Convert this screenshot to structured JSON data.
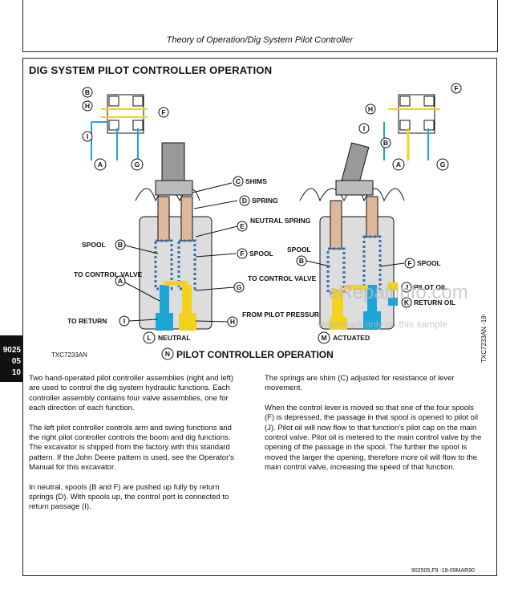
{
  "header": {
    "title": "Theory of Operation/Dig System Pilot Controller"
  },
  "section": {
    "title": "DIG SYSTEM PILOT CONTROLLER OPERATION"
  },
  "side_tab": {
    "line1": "9025",
    "line2": "05",
    "line3": "10"
  },
  "figure": {
    "callouts": {
      "shims": "SHIMS",
      "spring": "SPRING",
      "neutral_spring": "NEUTRAL SPRING",
      "spool_f": "SPOOL",
      "to_control_valve_g": "TO CONTROL VALVE",
      "from_pilot": "FROM PILOT PRESSURE REGULATOR",
      "spool_b": "SPOOL",
      "to_control_valve_a": "TO CONTROL VALVE",
      "to_return": "TO RETURN",
      "neutral": "NEUTRAL",
      "spool_b_right": "SPOOL",
      "spool_f_right": "SPOOL",
      "pilot_oil": "PILOT OIL",
      "return_oil": "RETURN OIL",
      "actuated": "ACTUATED"
    },
    "letters": {
      "A": "A",
      "B": "B",
      "C": "C",
      "D": "D",
      "E": "E",
      "F": "F",
      "G": "G",
      "H": "H",
      "I": "I",
      "J": "J",
      "K": "K",
      "L": "L",
      "M": "M",
      "N": "N"
    },
    "figure_id": "TXC7233AN",
    "figure_id_vertical": "TXC7233AN -19-",
    "caption": "PILOT CONTROLLER OPERATION",
    "watermark_url": "eRepairinfo.com",
    "watermark_note": "watermark only on this sample",
    "colors": {
      "pilot_oil": "#F2D21C",
      "return_oil": "#1BA6D8",
      "spool": "#E0B79A",
      "spring": "#2E6FB5"
    }
  },
  "body": {
    "left": [
      "Two hand-operated pilot controller assemblies (right and left) are used to control the dig system hydraulic functions. Each controller assembly contains four valve assemblies, one for each direction of each function.",
      "The left pilot controller controls arm and swing functions and the right pilot controller controls the boom and dig functions. The excavator is shipped from the factory with this standard pattern. If the John Deere pattern is used, see the Operator's Manual for this excavator.",
      "In neutral, spools (B and F) are pushed up fully by return springs (D). With spools up, the control port is connected to return passage (I)."
    ],
    "right": [
      "The springs are shim (C) adjusted for resistance of lever movement.",
      "When the control lever is moved so that one of the four spools (F) is depressed, the passage in that spool is opened to pilot oil (J). Pilot oil will now flow to that function's pilot cap on the main control valve. Pilot oil is metered to the main control valve by the opening of the passage in the spool. The further the spool is moved the larger the opening, therefore more oil will flow to the main control valve, increasing the speed of that function."
    ]
  },
  "footer": {
    "code": "902505,F9 -19-09MAR90"
  }
}
